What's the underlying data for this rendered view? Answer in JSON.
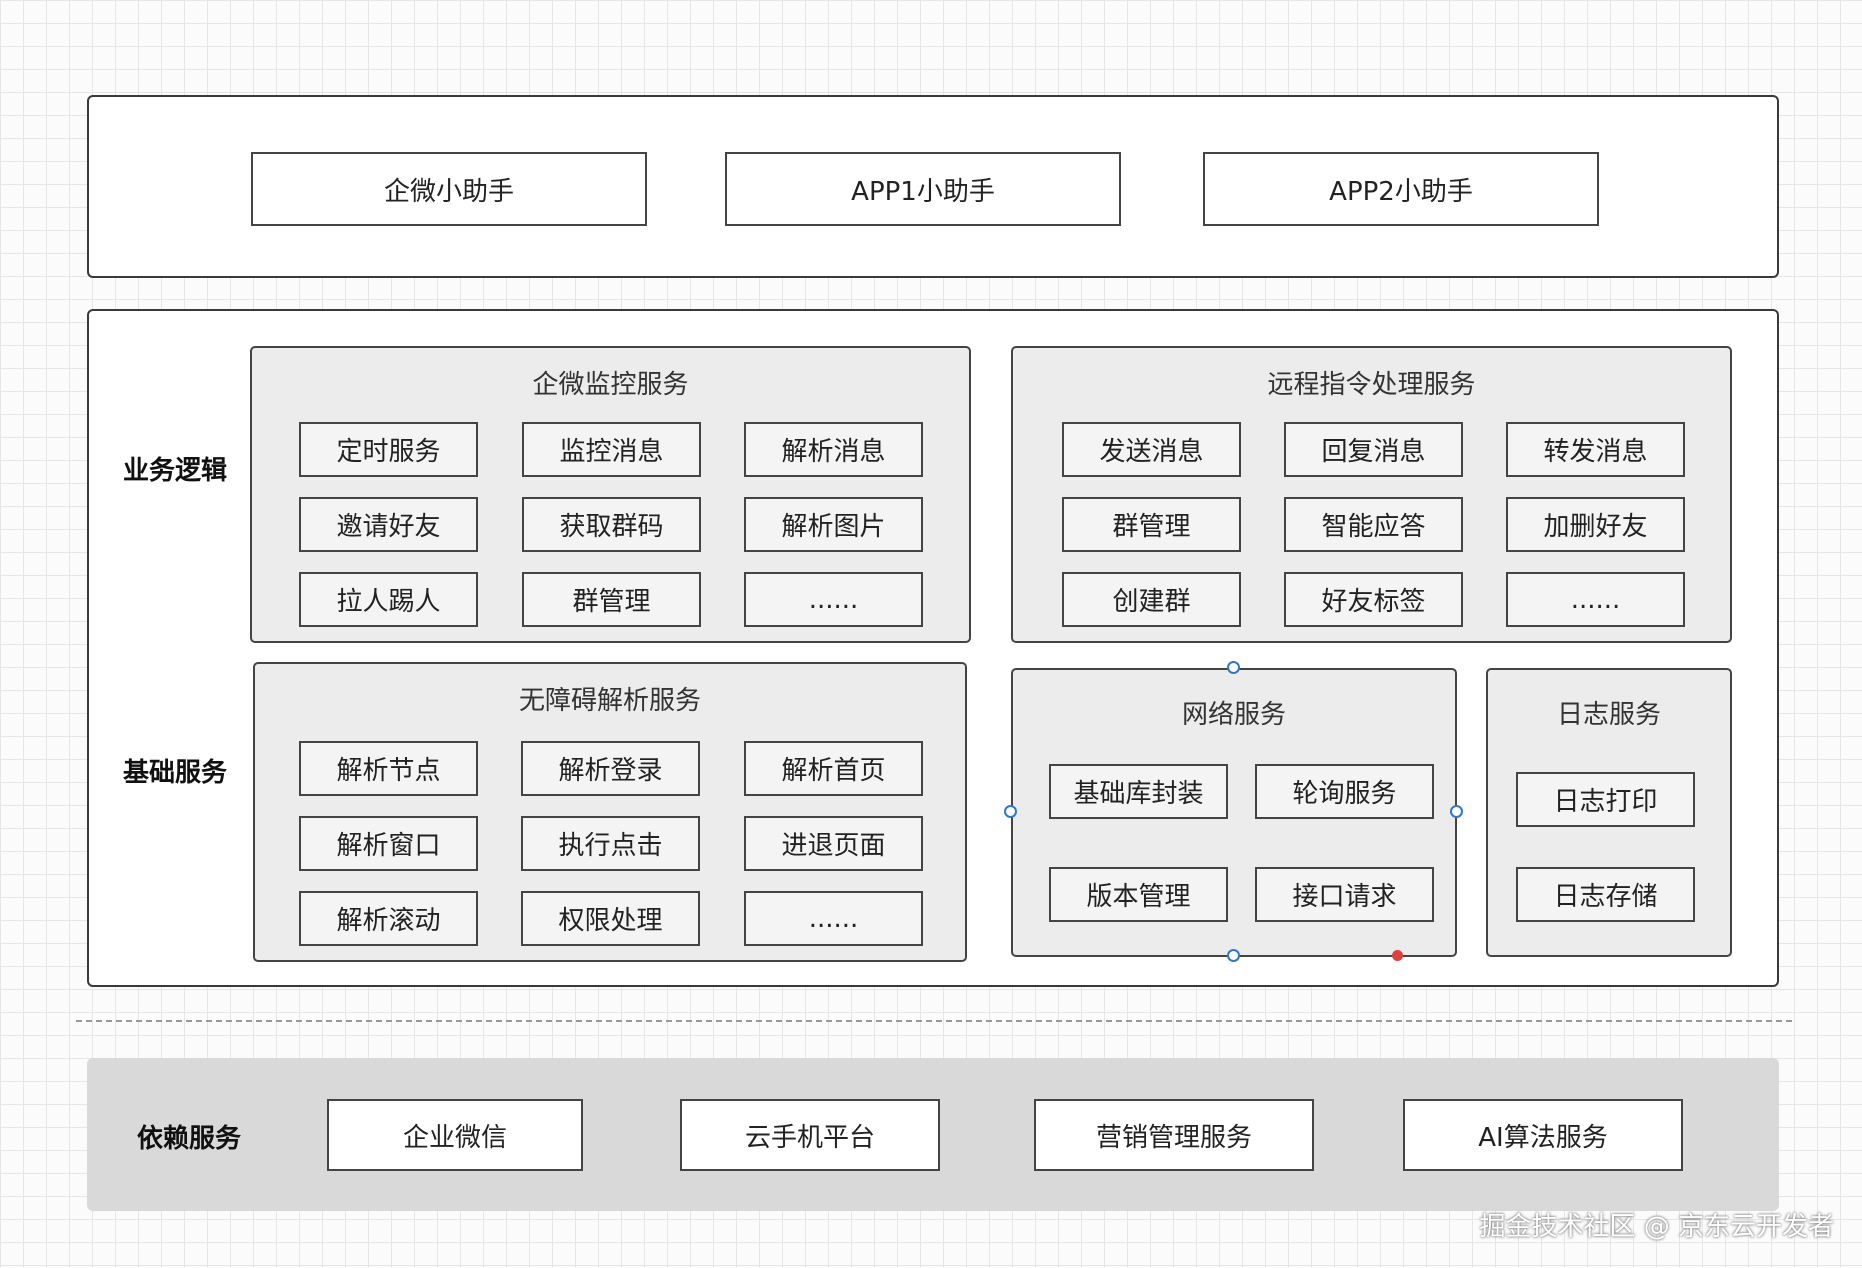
{
  "top_layer": {
    "boxes": [
      "企微小助手",
      "APP1小助手",
      "APP2小助手"
    ]
  },
  "layers": {
    "business_logic": "业务逻辑",
    "basic_services": "基础服务",
    "dependency": "依赖服务"
  },
  "monitor_service": {
    "title": "企微监控服务",
    "items": [
      "定时服务",
      "监控消息",
      "解析消息",
      "邀请好友",
      "获取群码",
      "解析图片",
      "拉人踢人",
      "群管理",
      "......"
    ]
  },
  "remote_service": {
    "title": "远程指令处理服务",
    "items": [
      "发送消息",
      "回复消息",
      "转发消息",
      "群管理",
      "智能应答",
      "加删好友",
      "创建群",
      "好友标签",
      "......"
    ]
  },
  "accessibility_service": {
    "title": "无障碍解析服务",
    "items": [
      "解析节点",
      "解析登录",
      "解析首页",
      "解析窗口",
      "执行点击",
      "进退页面",
      "解析滚动",
      "权限处理",
      "......"
    ]
  },
  "network_service": {
    "title": "网络服务",
    "items": [
      "基础库封装",
      "轮询服务",
      "版本管理",
      "接口请求"
    ]
  },
  "log_service": {
    "title": "日志服务",
    "items": [
      "日志打印",
      "日志存储"
    ]
  },
  "dependencies": [
    "企业微信",
    "云手机平台",
    "营销管理服务",
    "AI算法服务"
  ],
  "watermark": "掘金技术社区 @ 京东云开发者"
}
